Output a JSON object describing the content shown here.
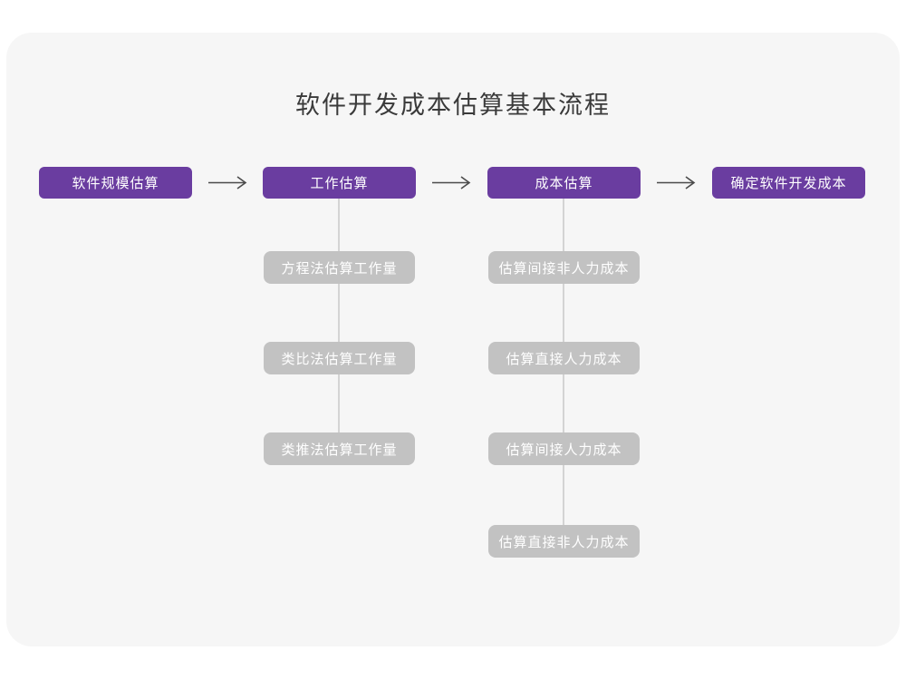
{
  "page": {
    "title": "软件开发成本估算基本流程"
  },
  "colors": {
    "card_background": "#f6f6f6",
    "primary_box": "#6a3da0",
    "secondary_box": "#c2c2c2",
    "connector_line": "#d4d4d4",
    "arrow": "#4b4b4b",
    "title_text": "#3a3a3a",
    "box_text": "#ffffff"
  },
  "flow": {
    "main_steps": [
      {
        "label": "软件规模估算"
      },
      {
        "label": "工作估算"
      },
      {
        "label": "成本估算"
      },
      {
        "label": "确定软件开发成本"
      }
    ],
    "branches": [
      {
        "parent": "工作估算",
        "items": [
          "方程法估算工作量",
          "类比法估算工作量",
          "类推法估算工作量"
        ]
      },
      {
        "parent": "成本估算",
        "items": [
          "估算间接非人力成本",
          "估算直接人力成本",
          "估算间接人力成本",
          "估算直接非人力成本"
        ]
      }
    ]
  }
}
